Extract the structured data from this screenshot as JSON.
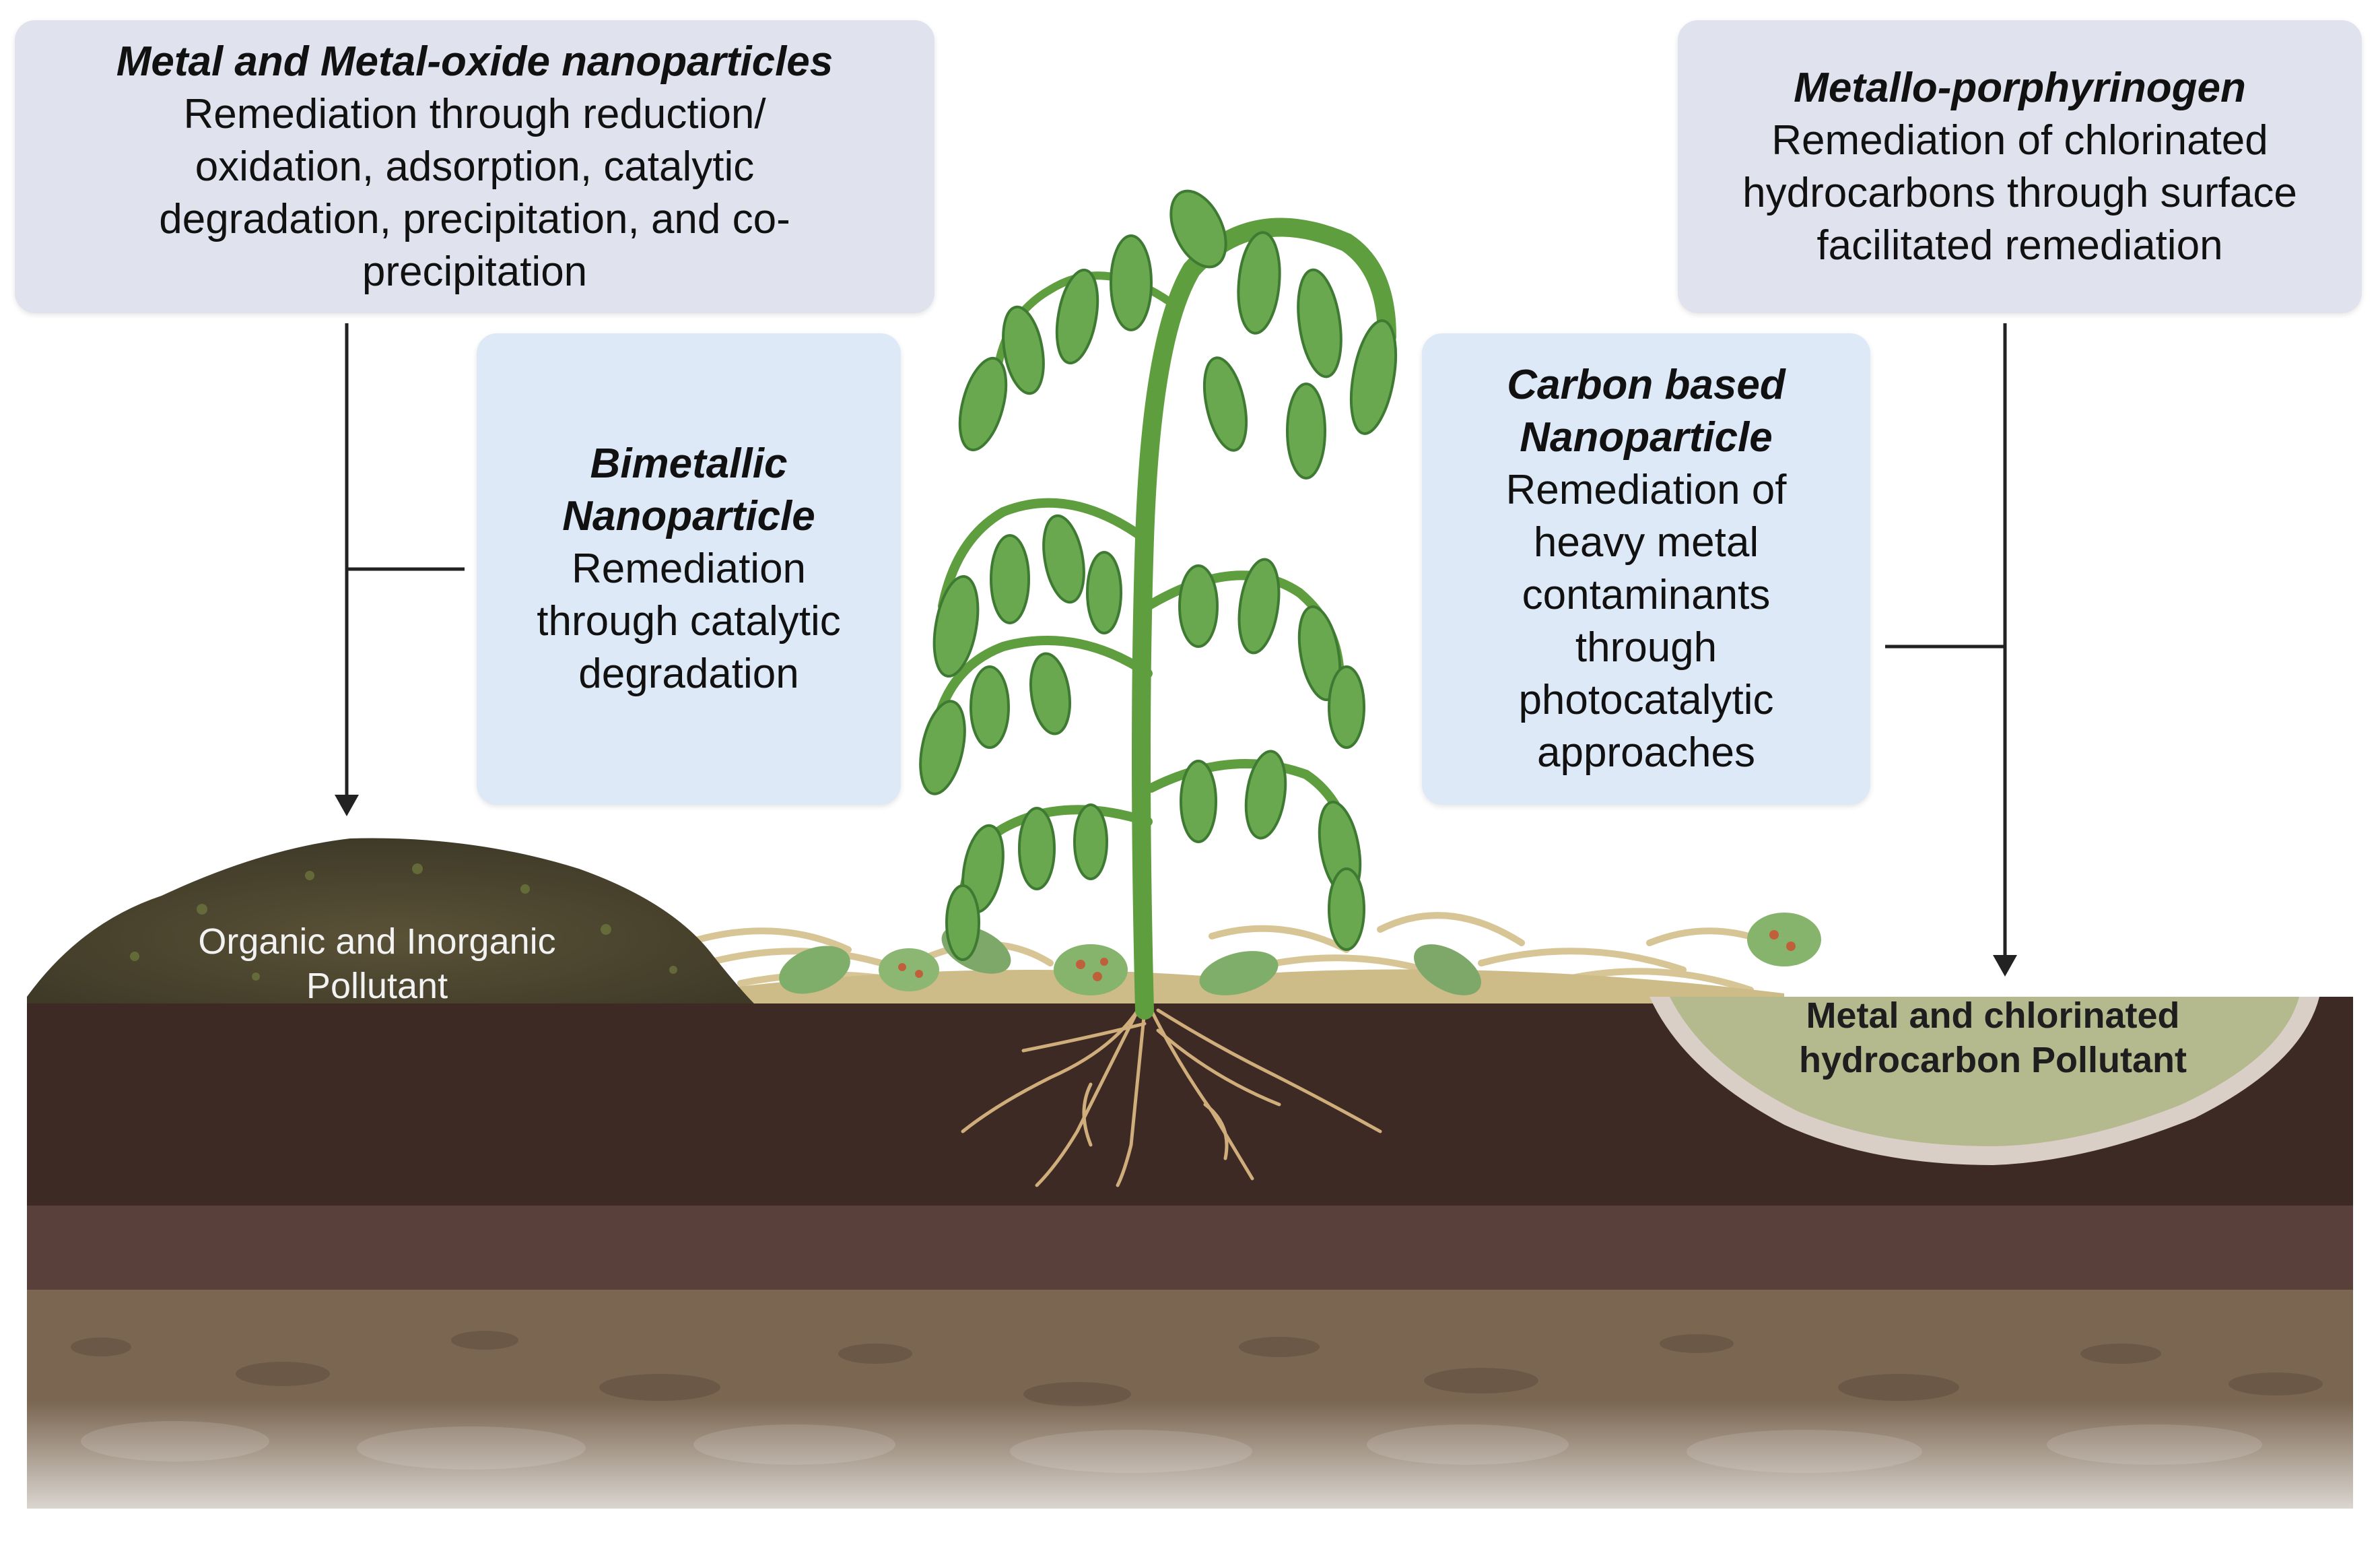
{
  "boxes": {
    "metal_oxide": {
      "title": "Metal and Metal-oxide nanoparticles",
      "desc": "Remediation through reduction/ oxidation, adsorption, catalytic degradation, precipitation, and co-precipitation"
    },
    "bimetallic": {
      "title": "Bimetallic Nanoparticle",
      "desc": "Remediation through catalytic degradation"
    },
    "carbon": {
      "title": "Carbon based Nanoparticle",
      "desc": "Remediation of heavy metal contaminants through photocatalytic approaches"
    },
    "porphyrinogen": {
      "title": "Metallo-porphyrinogen",
      "desc": "Remediation of chlorinated hydrocarbons through surface facilitated remediation"
    }
  },
  "labels": {
    "organic_pollutant": "Organic and Inorganic Pollutant",
    "metal_pollutant": "Metal and chlorinated hydrocarbon Pollutant"
  },
  "colors": {
    "grey_box": "#e0e2ee",
    "blue_box": "#dde9f7",
    "soil_top": "#3e2a24",
    "soil_mid": "#5a403a",
    "soil_deep": "#7a6651",
    "leaf_green": "#6aa84f",
    "stem_green": "#5f9e3f",
    "pond_fill": "#b4b98e",
    "straw": "#d8c596"
  }
}
